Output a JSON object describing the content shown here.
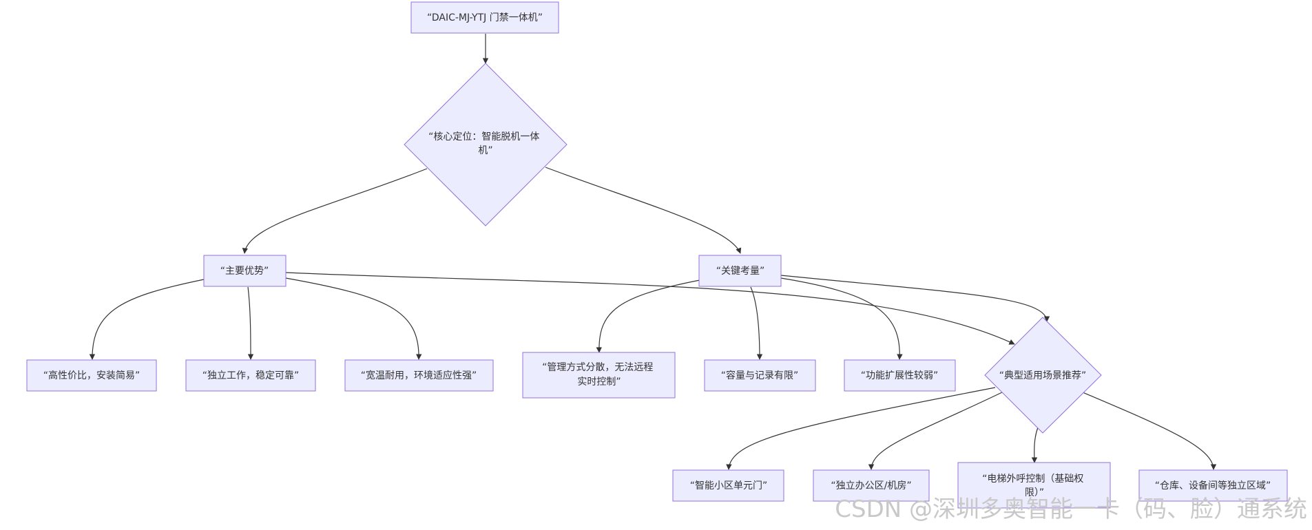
{
  "diagram": {
    "nodes": {
      "root": [
        "“DAIC-MJ-YTJ 门禁一体机”"
      ],
      "core": [
        "“核心定位：智能脱机一体",
        "机”"
      ],
      "advantages": [
        "“主要优势”"
      ],
      "considerations": [
        "“关键考量”"
      ],
      "adv1": [
        "“高性价比，安装简易”"
      ],
      "adv2": [
        "“独立工作，稳定可靠”"
      ],
      "adv3": [
        "“宽温耐用，环境适应性强”"
      ],
      "con1": [
        "“管理方式分散，无法远程",
        "实时控制”"
      ],
      "con2": [
        "“容量与记录有限”"
      ],
      "con3": [
        "“功能扩展性较弱”"
      ],
      "scenarios": [
        "“典型适用场景推荐”"
      ],
      "sc1": [
        "“智能小区单元门”"
      ],
      "sc2": [
        "“独立办公区/机房”"
      ],
      "sc3": [
        "“电梯外呼控制（基础权",
        "限）”"
      ],
      "sc4": [
        "“仓库、设备间等独立区域”"
      ]
    }
  },
  "watermark": "CSDN @深圳多奥智能一卡（码、脸）通系统",
  "colors": {
    "node_fill": "#ECECFF",
    "node_stroke": "#9370DB",
    "edge": "#333333",
    "text": "#333333",
    "watermark": "#c8c8c8"
  }
}
